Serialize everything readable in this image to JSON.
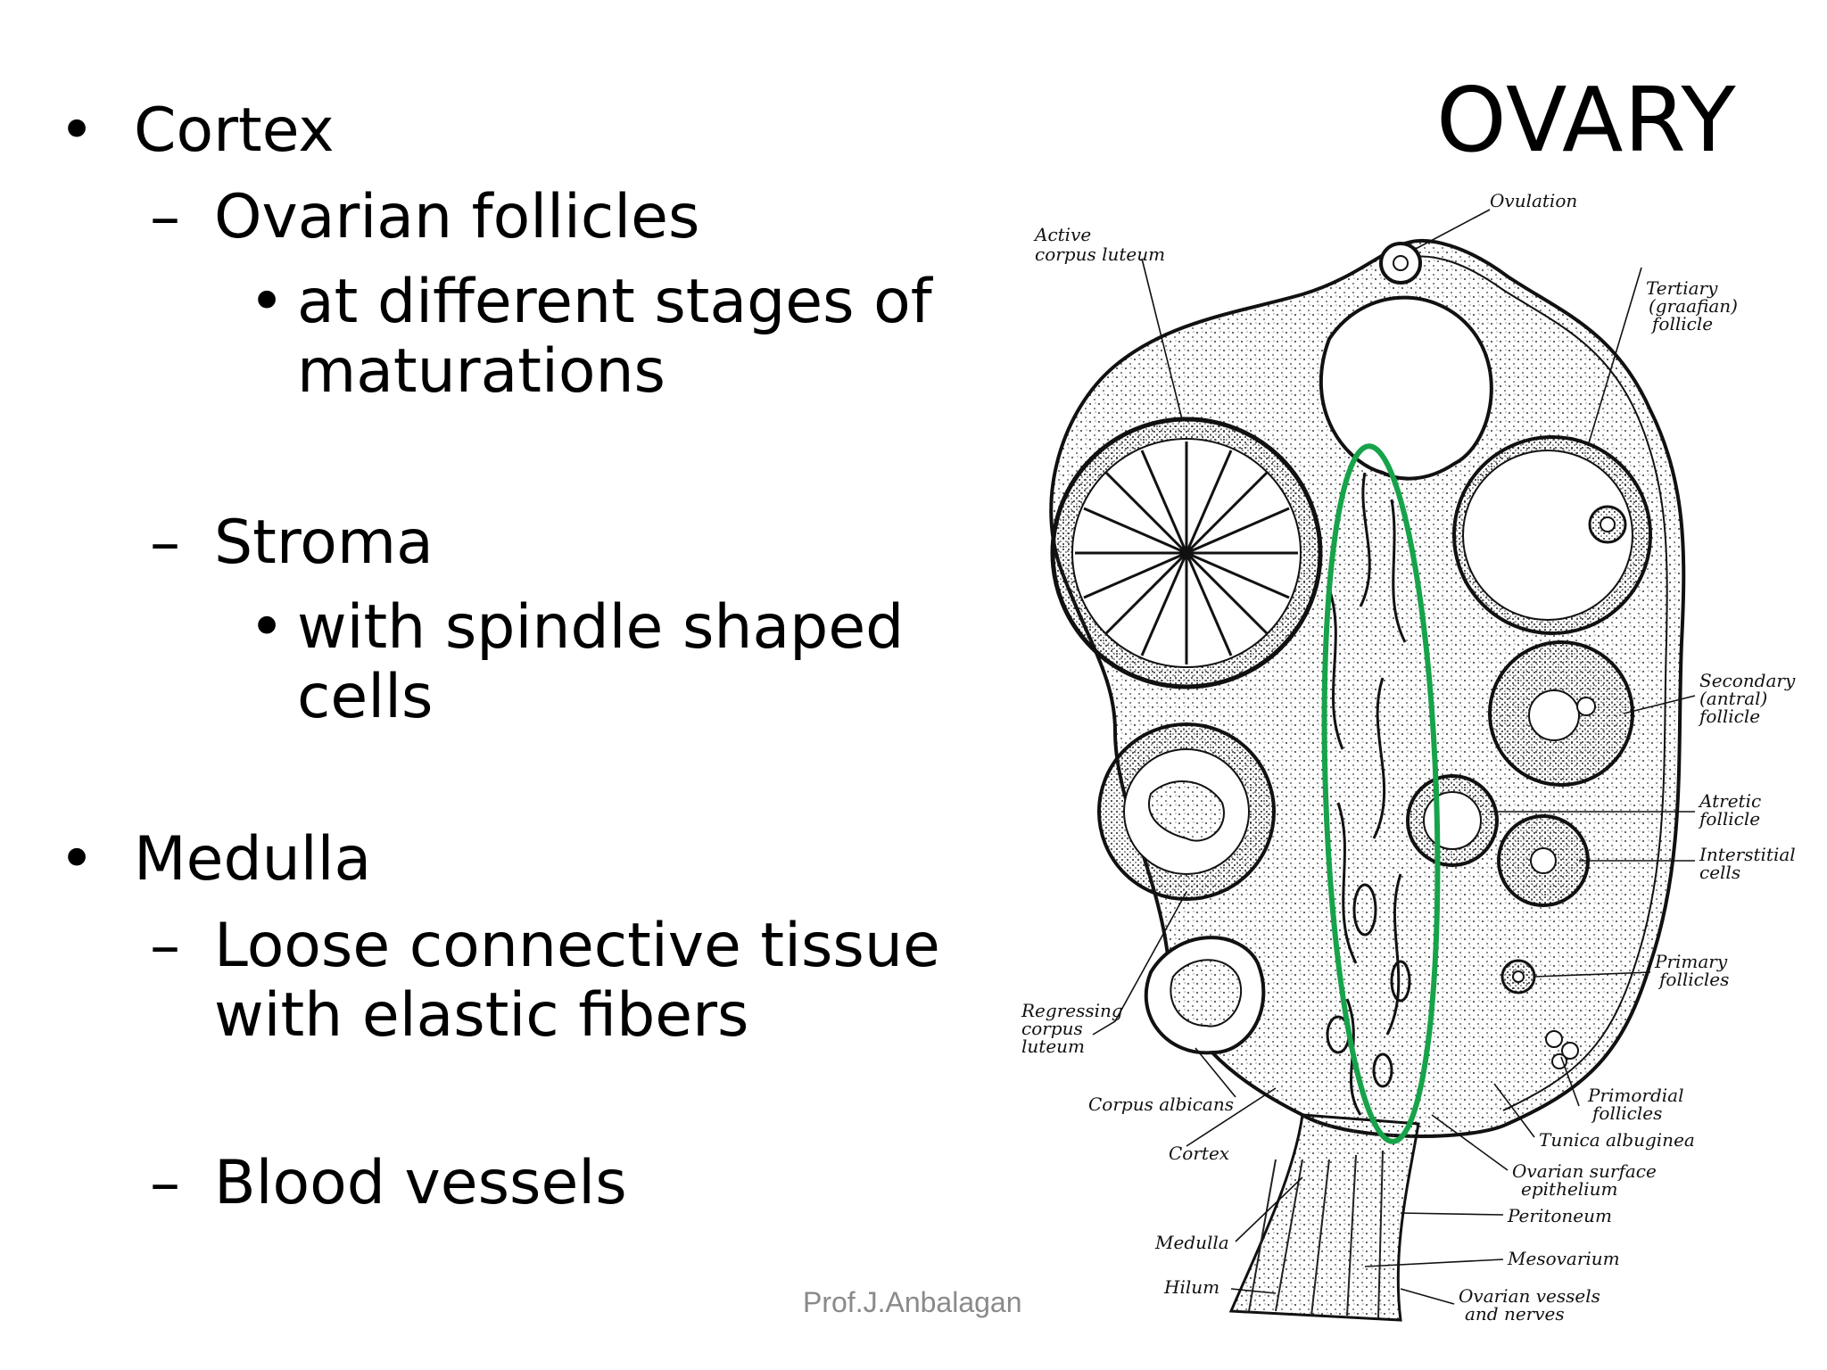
{
  "slide": {
    "title": "OVARY",
    "footer": "Prof.J.Anbalagan"
  },
  "bullets": {
    "cortex": {
      "label": "Cortex",
      "follicles": "Ovarian follicles",
      "follicles_detail_1": "at different stages of",
      "follicles_detail_2": "maturations",
      "stroma": "Stroma",
      "stroma_detail_1": "with spindle shaped",
      "stroma_detail_2": "cells"
    },
    "medulla": {
      "label": "Medulla",
      "tissue_1": "Loose connective tissue",
      "tissue_2": "with elastic fibers",
      "vessels": "Blood vessels"
    },
    "marks": {
      "bullet": "•",
      "dash": "–"
    }
  },
  "diagram": {
    "labels": {
      "ovulation": "Ovulation",
      "active_corpus_luteum_1": "Active",
      "active_corpus_luteum_2": "corpus luteum",
      "tertiary_1": "Tertiary",
      "tertiary_2": "(graafian)",
      "tertiary_3": "follicle",
      "secondary_1": "Secondary",
      "secondary_2": "(antral)",
      "secondary_3": "follicle",
      "atretic_1": "Atretic",
      "atretic_2": "follicle",
      "interstitial_1": "Interstitial",
      "interstitial_2": "cells",
      "primary_1": "Primary",
      "primary_2": "follicles",
      "regressing_1": "Regressing",
      "regressing_2": "corpus",
      "regressing_3": "luteum",
      "corpus_albicans": "Corpus albicans",
      "primordial_1": "Primordial",
      "primordial_2": "follicles",
      "tunica": "Tunica albuginea",
      "cortex": "Cortex",
      "surface_1": "Ovarian surface",
      "surface_2": "epithelium",
      "peritoneum": "Peritoneum",
      "medulla": "Medulla",
      "mesovarium": "Mesovarium",
      "hilum": "Hilum",
      "vessels_1": "Ovarian vessels",
      "vessels_2": "and nerves"
    },
    "highlight_color": "#16a34a"
  }
}
